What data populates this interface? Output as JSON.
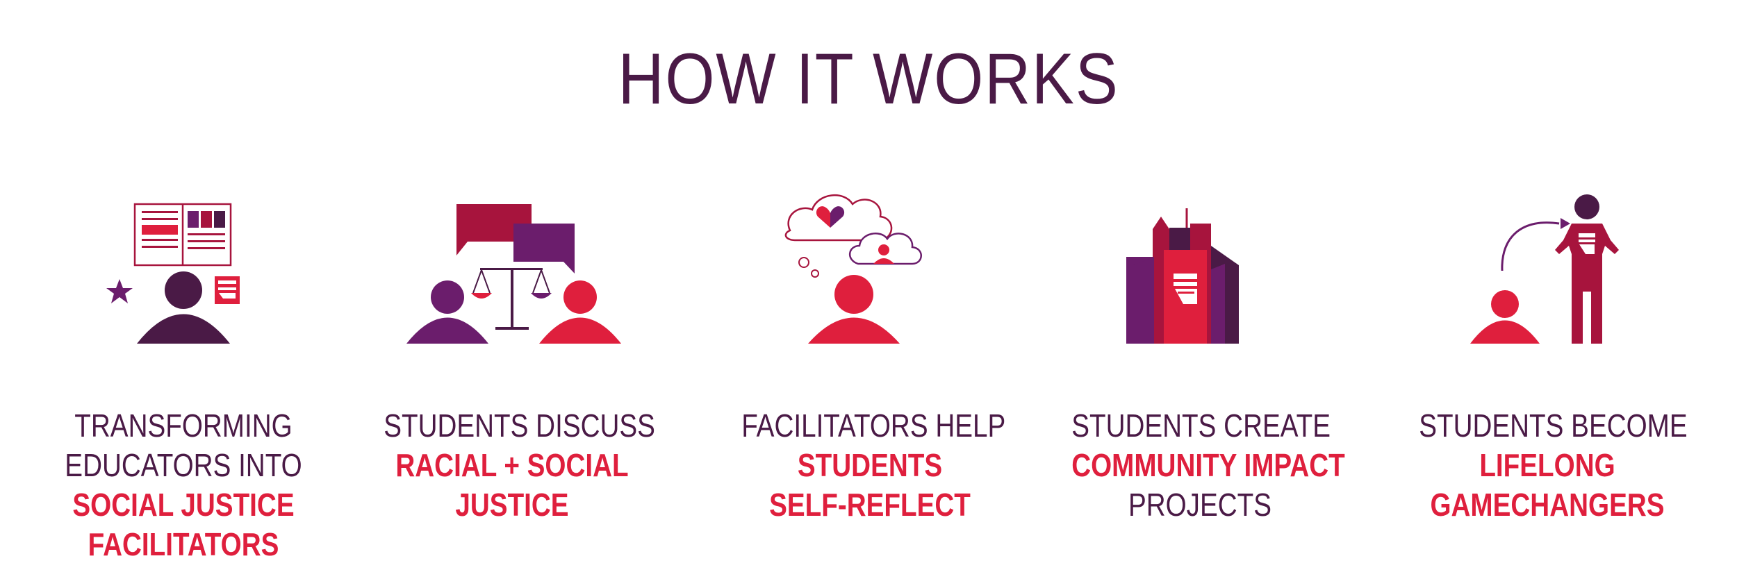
{
  "title": "HOW IT WORKS",
  "colors": {
    "purple": "#4a1a46",
    "violet": "#6b1d6c",
    "red": "#df1f3d",
    "crimson": "#a7143d"
  },
  "steps": [
    {
      "icon": "educator-with-book-icon",
      "lines": [
        {
          "text": "TRANSFORMING",
          "style": "regular"
        },
        {
          "text": "EDUCATORS INTO",
          "style": "regular"
        },
        {
          "text": "SOCIAL JUSTICE",
          "style": "bold"
        },
        {
          "text": "FACILITATORS",
          "style": "bold"
        }
      ]
    },
    {
      "icon": "discussion-scales-icon",
      "lines": [
        {
          "text": "STUDENTS DISCUSS",
          "style": "regular"
        },
        {
          "text": "RACIAL + SOCIAL",
          "style": "bold"
        },
        {
          "text": "JUSTICE",
          "style": "bold"
        }
      ]
    },
    {
      "icon": "self-reflect-thought-icon",
      "lines": [
        {
          "text": "FACILITATORS HELP",
          "style": "regular"
        },
        {
          "text": "STUDENTS",
          "style": "bold"
        },
        {
          "text": "SELF-REFLECT",
          "style": "bold"
        }
      ]
    },
    {
      "icon": "city-fist-icon",
      "lines": [
        {
          "text": "STUDENTS CREATE",
          "style": "regular"
        },
        {
          "text": "COMMUNITY IMPACT",
          "style": "bold"
        },
        {
          "text": "PROJECTS",
          "style": "regular"
        }
      ]
    },
    {
      "icon": "gamechanger-growth-icon",
      "lines": [
        {
          "text": "STUDENTS BECOME",
          "style": "regular"
        },
        {
          "text": "LIFELONG",
          "style": "bold"
        },
        {
          "text": "GAMECHANGERS",
          "style": "bold"
        }
      ]
    }
  ]
}
